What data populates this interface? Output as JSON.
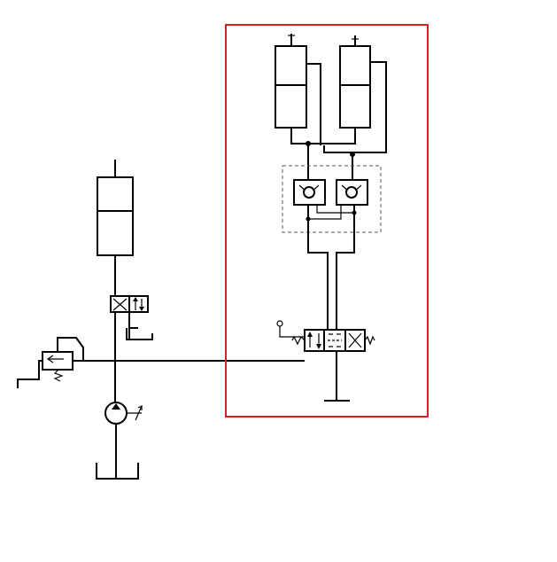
{
  "diagram": {
    "type": "hydraulic-schematic",
    "colors": {
      "line": "#000000",
      "highlight_box": "#d42020",
      "dashed_box": "#555555",
      "background": "#ffffff"
    },
    "components": [
      {
        "id": "single-cylinder",
        "symbol": "double-acting-cylinder"
      },
      {
        "id": "left-directional-valve",
        "symbol": "2-position-valve"
      },
      {
        "id": "relief-valve",
        "symbol": "pressure-relief-valve"
      },
      {
        "id": "pump",
        "symbol": "variable-displacement-pump"
      },
      {
        "id": "tank",
        "symbol": "reservoir"
      },
      {
        "id": "cylinder-a",
        "symbol": "double-acting-cylinder"
      },
      {
        "id": "cylinder-b",
        "symbol": "double-acting-cylinder"
      },
      {
        "id": "check-valve-a",
        "symbol": "pilot-check-valve"
      },
      {
        "id": "check-valve-b",
        "symbol": "pilot-check-valve"
      },
      {
        "id": "main-directional-valve",
        "symbol": "3-position-lever-valve"
      }
    ]
  }
}
